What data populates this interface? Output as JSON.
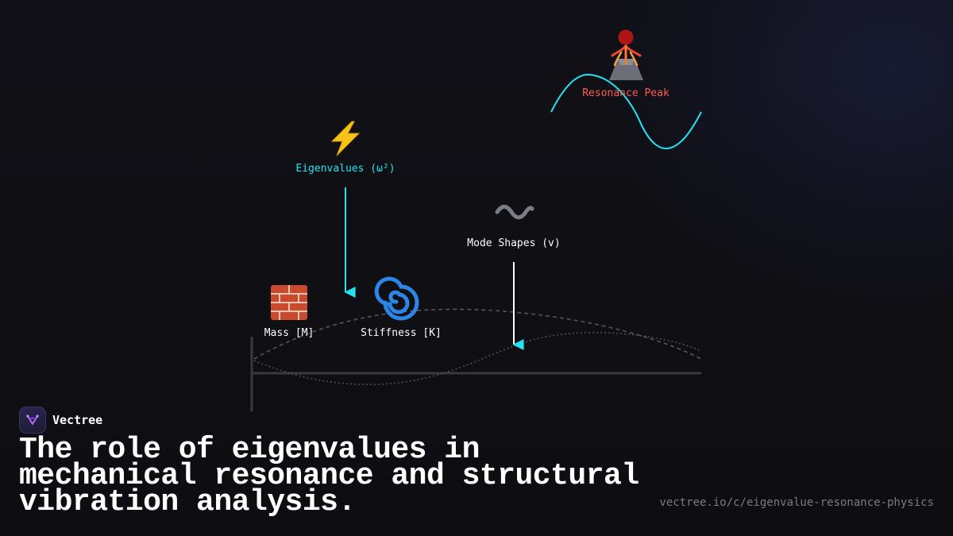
{
  "diagram": {
    "nodes": {
      "resonance": {
        "label": "Resonance Peak",
        "icon": "volcano-icon"
      },
      "eigenvalues": {
        "label": "Eigenvalues (ω²)",
        "icon": "lightning-icon"
      },
      "mode_shapes": {
        "label": "Mode Shapes (v)",
        "icon": "wavy-dash-icon"
      },
      "mass": {
        "label": "Mass [M]",
        "icon": "brick-icon"
      },
      "stiffness": {
        "label": "Stiffness [K]",
        "icon": "cyclone-icon"
      }
    },
    "colors": {
      "cyan": "#22e4f0",
      "red": "#ff5a4e",
      "white": "#ffffff",
      "beam": "#3a3a3e",
      "dashed": "#5a5a60"
    }
  },
  "brand": {
    "name": "Vectree",
    "logo_icon": "vectree-logo-icon"
  },
  "headline": "The role of eigenvalues in mechanical resonance and structural vibration analysis.",
  "url": "vectree.io/c/eigenvalue-resonance-physics"
}
